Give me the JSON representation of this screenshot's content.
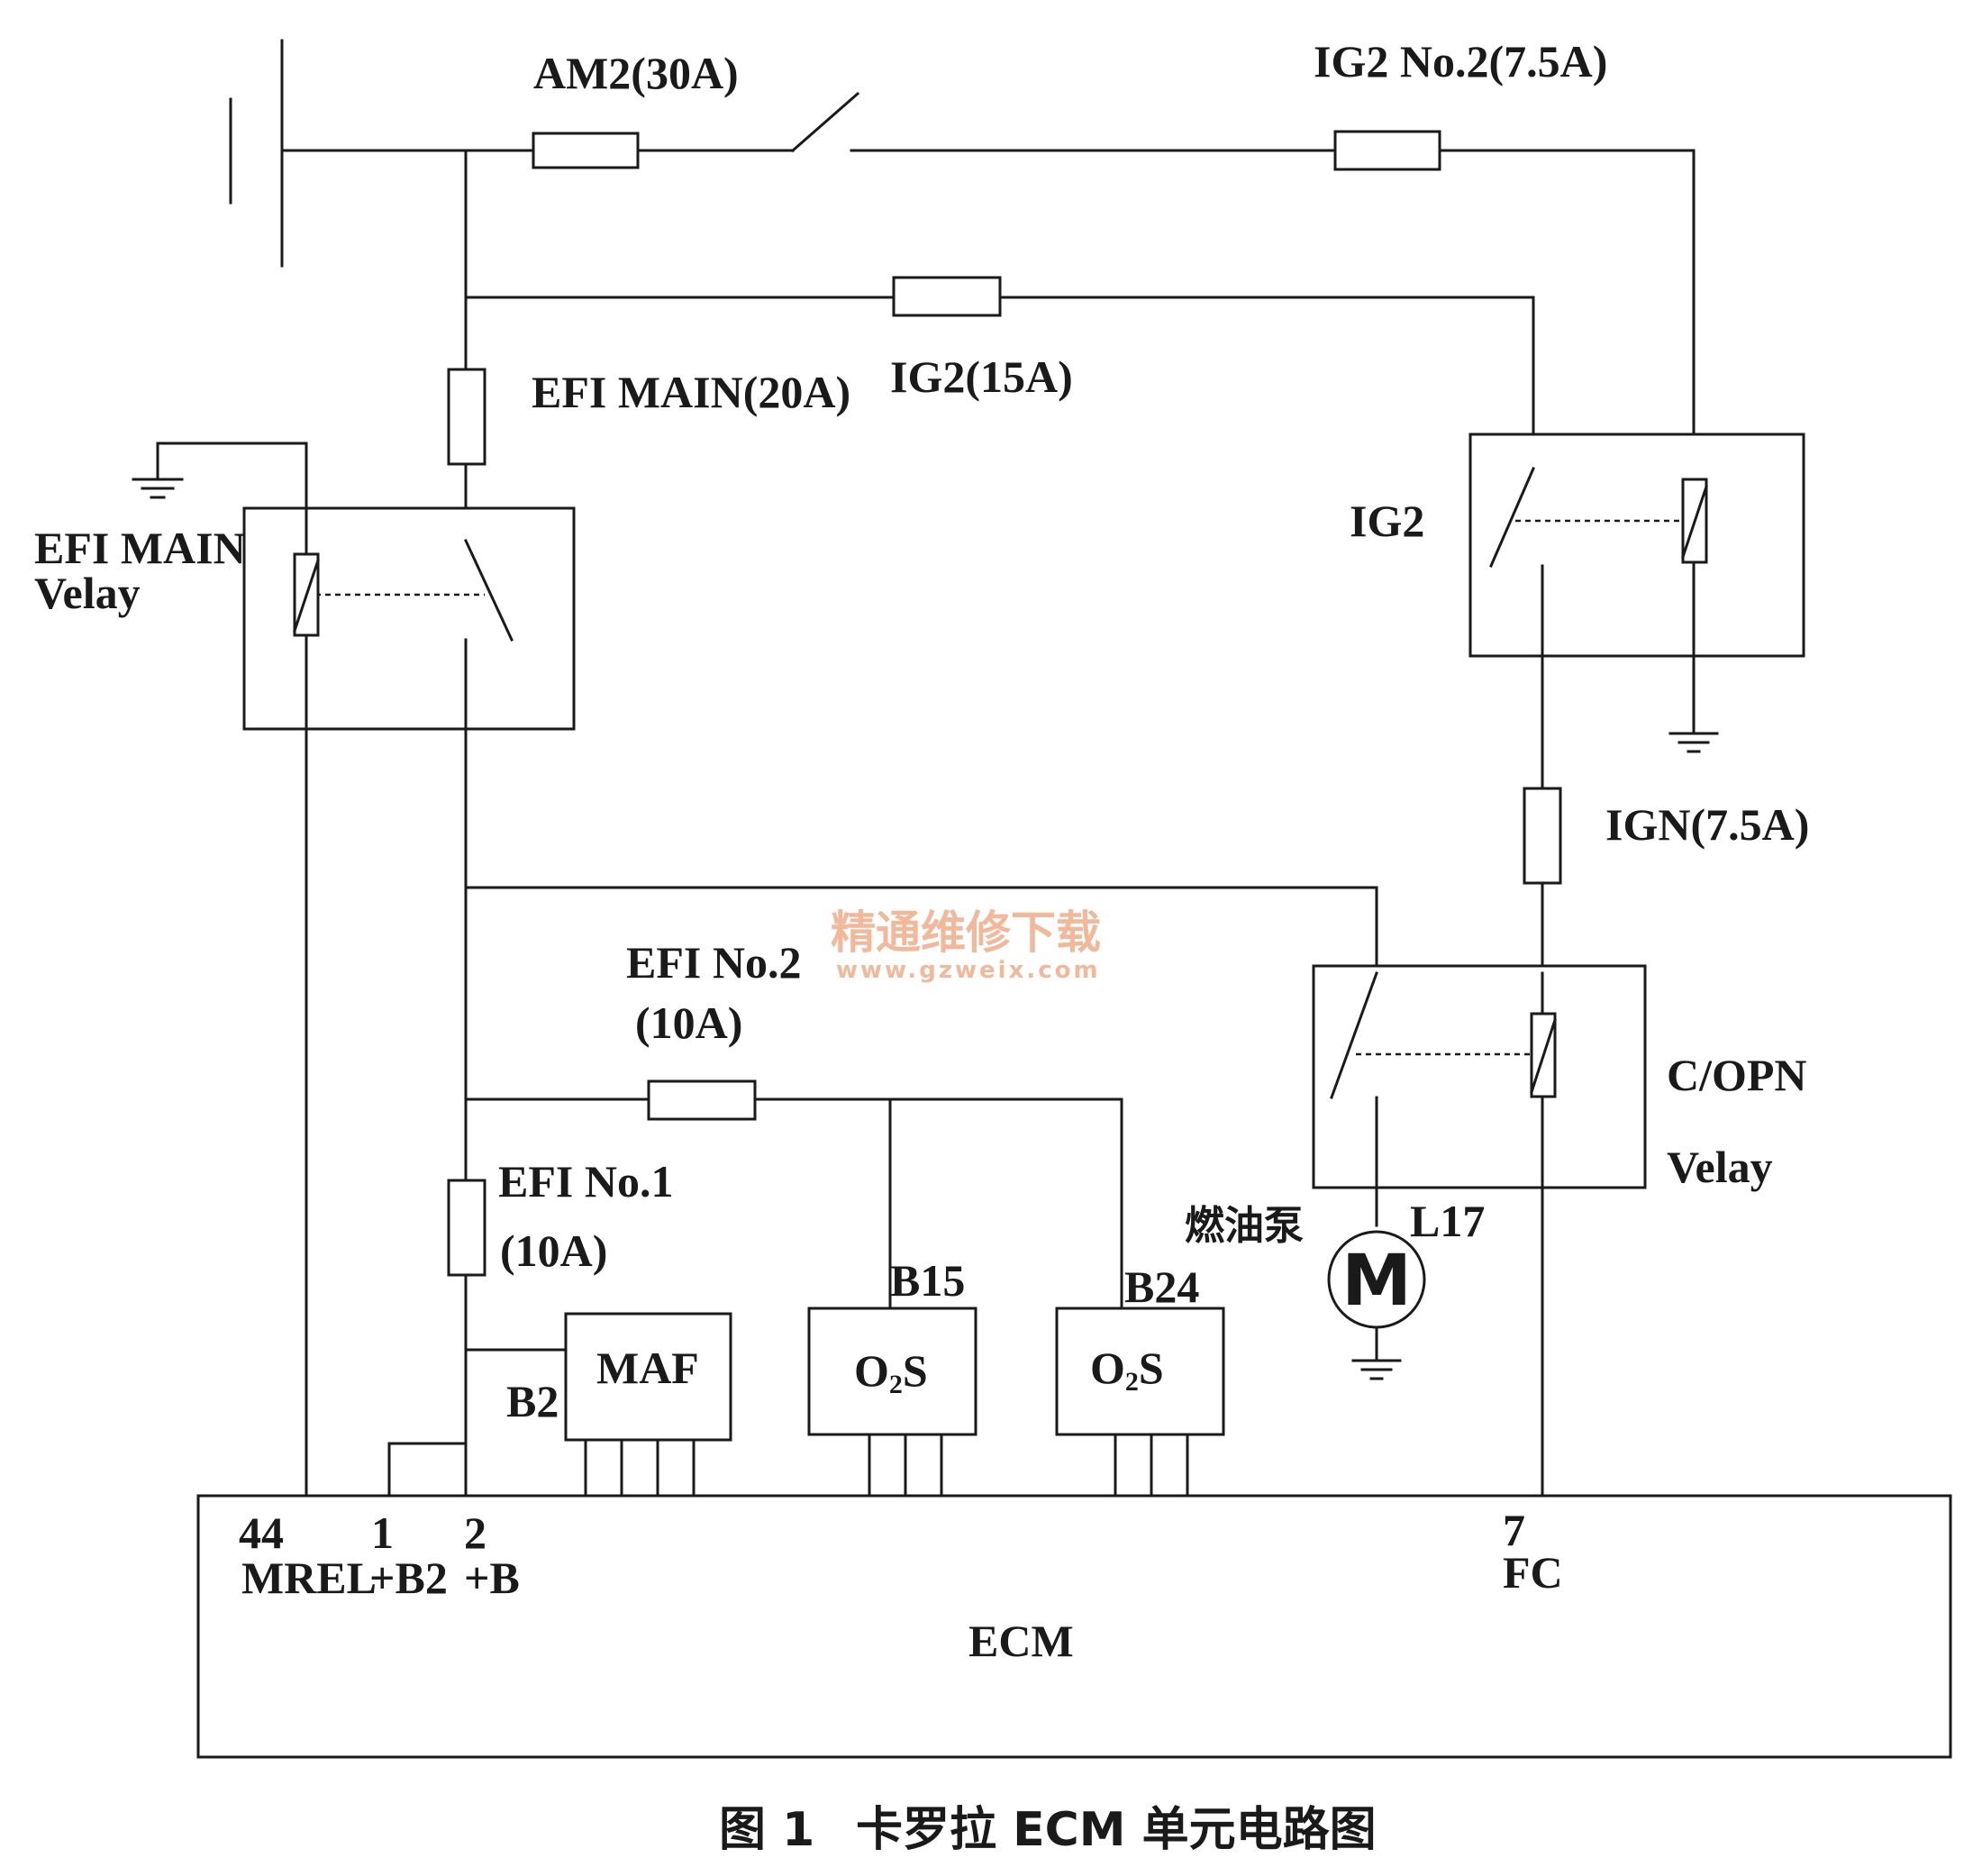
{
  "labels": {
    "am2": "AM2(30A)",
    "ig2_no2": "IG2 No.2(7.5A)",
    "efi_main_fuse": "EFI MAIN(20A)",
    "ig2_fuse": "IG2(15A)",
    "efi_main_relay_line1": "EFI MAIN",
    "efi_main_relay_line2": "Velay",
    "ig2_relay": "IG2",
    "ign_fuse": "IGN(7.5A)",
    "efi_no2_line1": "EFI No.2",
    "efi_no2_line2": "(10A)",
    "efi_no1_line1": "EFI No.1",
    "efi_no1_line2": "(10A)",
    "copn_line1": "C/OPN",
    "copn_line2": "Velay",
    "fuel_pump": "燃油泵",
    "motor_symbol": "M",
    "l17": "L17",
    "b15": "B15",
    "b24": "B24",
    "b2": "B2",
    "maf": "MAF",
    "o2s_left_main": "O",
    "o2s_left_sub": "2",
    "o2s_left_tail": "S",
    "o2s_right_main": "O",
    "o2s_right_sub": "2",
    "o2s_right_tail": "S",
    "ecm": "ECM"
  },
  "ecm_pins": [
    {
      "number": "44",
      "name": "MREL"
    },
    {
      "number": "1",
      "name": "+B2"
    },
    {
      "number": "2",
      "name": "+B"
    },
    {
      "number": "7",
      "name": "FC"
    }
  ],
  "watermark": {
    "cn": "精通维修下载",
    "url": "www.gzweix.com"
  },
  "caption": {
    "fig": "图 1",
    "title": "卡罗拉 ECM 单元电路图"
  },
  "colors": {
    "line": "#1a1a1a",
    "watermark": "#f2b89a"
  }
}
